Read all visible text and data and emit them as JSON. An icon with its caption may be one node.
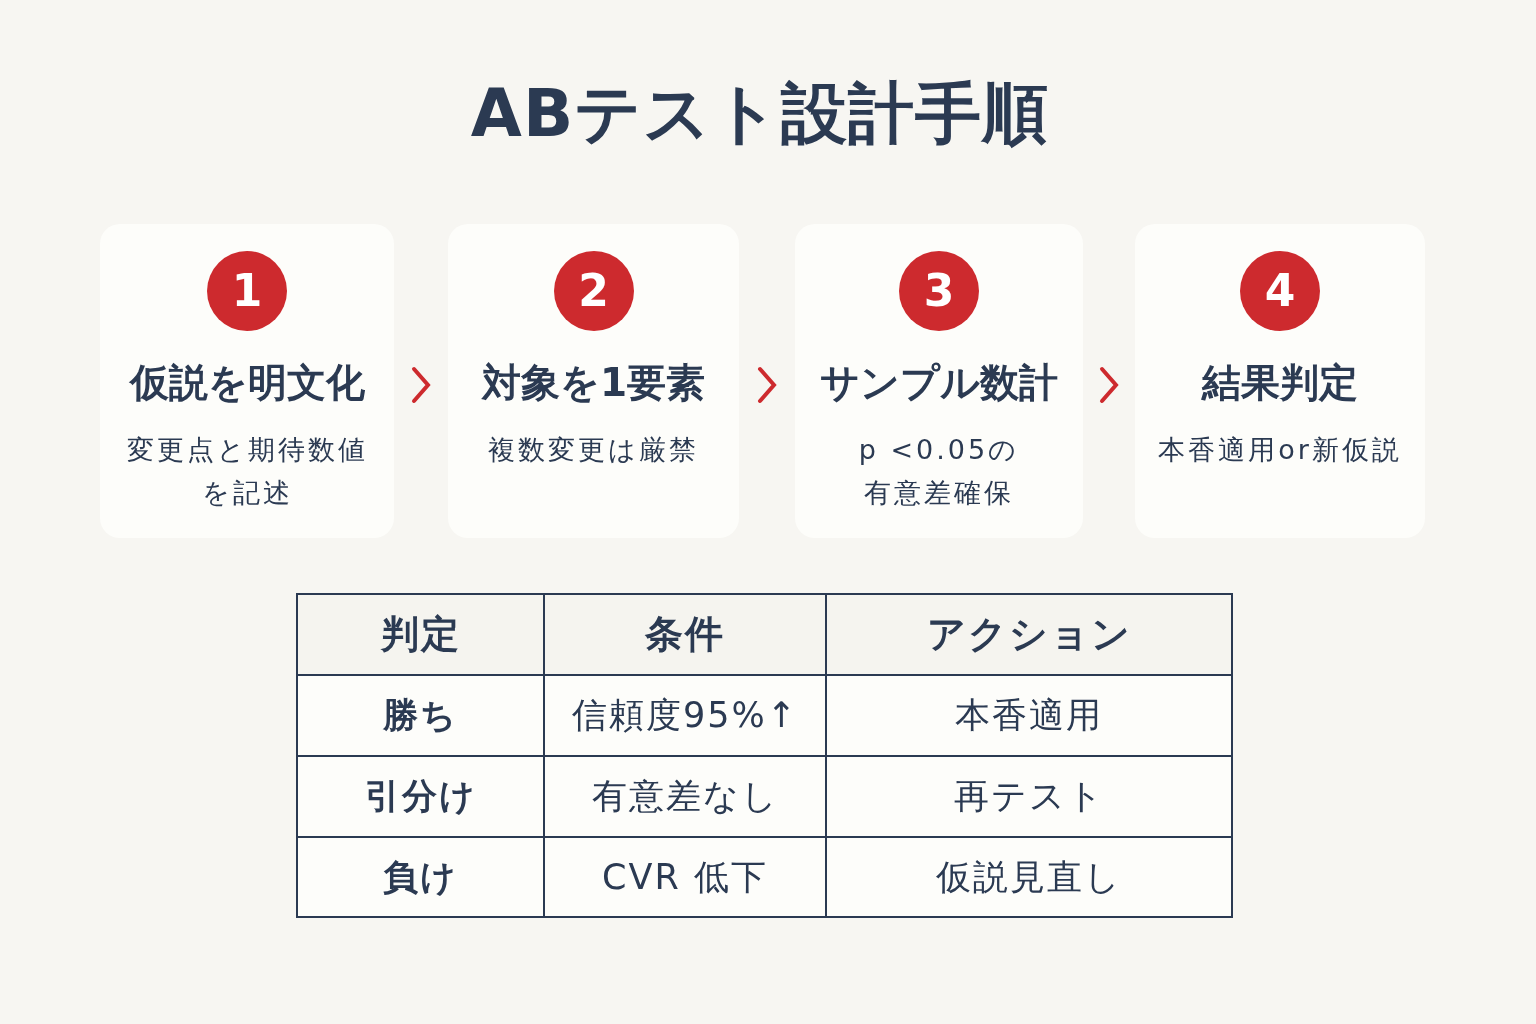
{
  "diagram": {
    "title": "ABテスト設計手順",
    "nodes": [
      {
        "text": [
          "仮説を明文化",
          "変更点と期待数値を記述"
        ]
      },
      {
        "text": [
          "1"
        ],
        "in": 0
      },
      {
        "text": [
          "対象を1要素",
          "複数変更は厳禁"
        ]
      },
      {
        "text": [
          "2"
        ],
        "in": 2
      },
      {
        "text": [
          "サンプル数計",
          "p <0.05の有意差確保"
        ]
      },
      {
        "text": [
          "3"
        ],
        "in": 4
      },
      {
        "text": [
          "結果判定",
          "本香適用or新仮説"
        ]
      },
      {
        "text": [
          "4"
        ],
        "in": 6
      }
    ],
    "edges": [
      {
        "from": 0,
        "to": 2,
        "arrow": "to"
      },
      {
        "from": 2,
        "to": 4,
        "arrow": "to"
      },
      {
        "from": 4,
        "to": 6,
        "arrow": "to"
      }
    ],
    "labels": [
      "判定",
      "条件",
      "アクション",
      "勝ち",
      "信頼度95%↑",
      "本香適用",
      "引分け",
      "有意差なし",
      "再テスト",
      "負け",
      "CVR 低下",
      "仮説見直し"
    ]
  }
}
